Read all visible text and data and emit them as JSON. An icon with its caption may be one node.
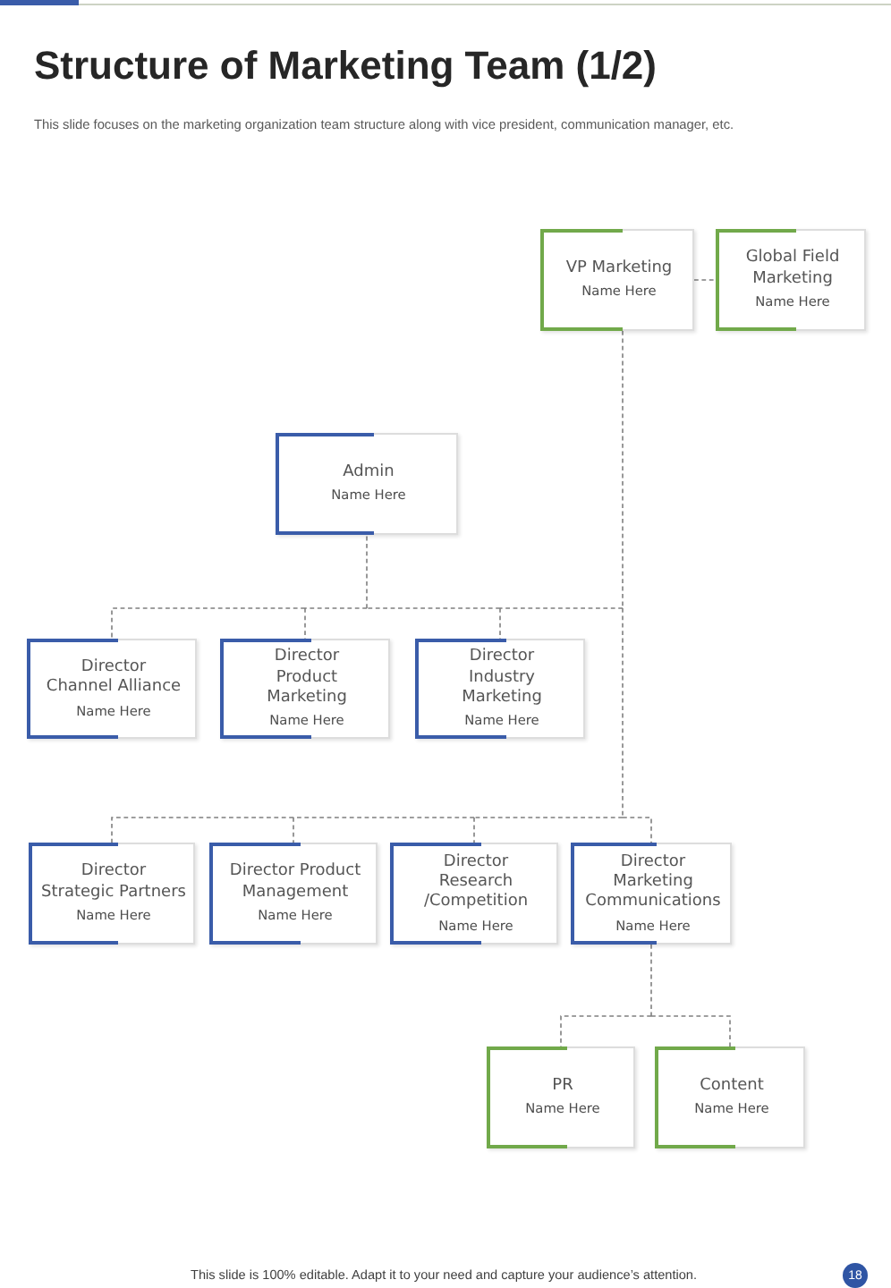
{
  "diagram": {
    "title": "Structure of Marketing Team (1/2)",
    "nodes": [
      {
        "text": [
          "VP Marketing",
          "Name Here"
        ]
      },
      {
        "text": [
          "Global Field Marketing",
          "Name Here"
        ]
      },
      {
        "text": [
          "Admin",
          "Name Here"
        ]
      },
      {
        "text": [
          "Director Channel Alliance",
          "Name Here"
        ]
      },
      {
        "text": [
          "Director Product Marketing",
          "Name Here"
        ]
      },
      {
        "text": [
          "Director Industry Marketing",
          "Name Here"
        ]
      },
      {
        "text": [
          "Director Strategic Partners",
          "Name Here"
        ]
      },
      {
        "text": [
          "Director Product Management",
          "Name Here"
        ]
      },
      {
        "text": [
          "Director Research /Competition",
          "Name Here"
        ]
      },
      {
        "text": [
          "Director Marketing Communications",
          "Name Here"
        ]
      },
      {
        "text": [
          "PR",
          "Name Here"
        ]
      },
      {
        "text": [
          "Content",
          "Name Here"
        ]
      }
    ],
    "edges": [
      {
        "from": 0,
        "to": 1,
        "arrow": "none",
        "style": "dashed"
      },
      {
        "from": 0,
        "to": 2,
        "arrow": "none",
        "style": "dashed"
      },
      {
        "from": 0,
        "to": 3,
        "arrow": "none",
        "style": "dashed"
      },
      {
        "from": 0,
        "to": 4,
        "arrow": "none",
        "style": "dashed"
      },
      {
        "from": 0,
        "to": 5,
        "arrow": "none",
        "style": "dashed"
      },
      {
        "from": 0,
        "to": 6,
        "arrow": "none",
        "style": "dashed"
      },
      {
        "from": 0,
        "to": 7,
        "arrow": "none",
        "style": "dashed"
      },
      {
        "from": 0,
        "to": 8,
        "arrow": "none",
        "style": "dashed"
      },
      {
        "from": 0,
        "to": 9,
        "arrow": "none",
        "style": "dashed"
      },
      {
        "from": 9,
        "to": 10,
        "arrow": "none",
        "style": "dashed"
      },
      {
        "from": 9,
        "to": 11,
        "arrow": "none",
        "style": "dashed"
      }
    ],
    "labels": [
      "This slide focuses on the marketing organization team structure along with vice president, communication manager, etc.",
      "This slide is 100% editable. Adapt it to your need and capture your audience’s attention.",
      "18"
    ]
  }
}
